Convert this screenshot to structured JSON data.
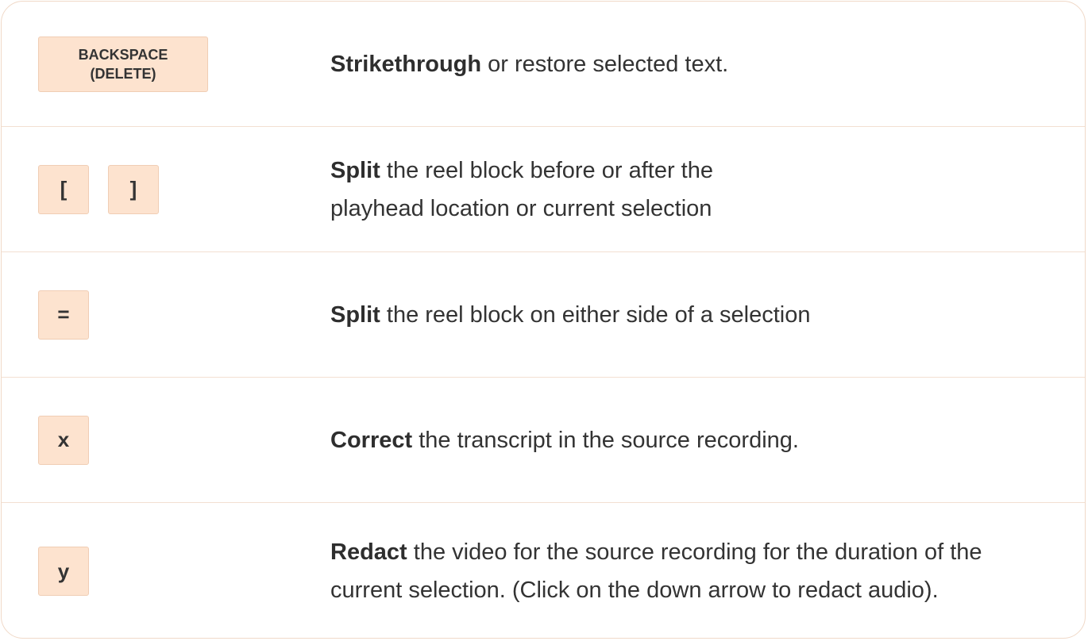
{
  "shortcuts": [
    {
      "keys": [
        "BACKSPACE\n(DELETE)"
      ],
      "action": "Strikethrough",
      "description": " or restore selected text."
    },
    {
      "keys": [
        "[",
        "]"
      ],
      "action": "Split",
      "description": " the reel block before or after the playhead location or current selection"
    },
    {
      "keys": [
        "="
      ],
      "action": "Split",
      "description": " the reel block on either side of a selection"
    },
    {
      "keys": [
        "x"
      ],
      "action": "Correct",
      "description": " the transcript in the source recording."
    },
    {
      "keys": [
        "y"
      ],
      "action": "Redact",
      "description": " the video for the source recording for the duration of the current selection. (Click on the down arrow to redact audio)."
    }
  ],
  "colors": {
    "key_background": "#fde3cf",
    "key_border": "#f0cdb4",
    "divider": "#f3e0d2",
    "text": "#333333"
  }
}
